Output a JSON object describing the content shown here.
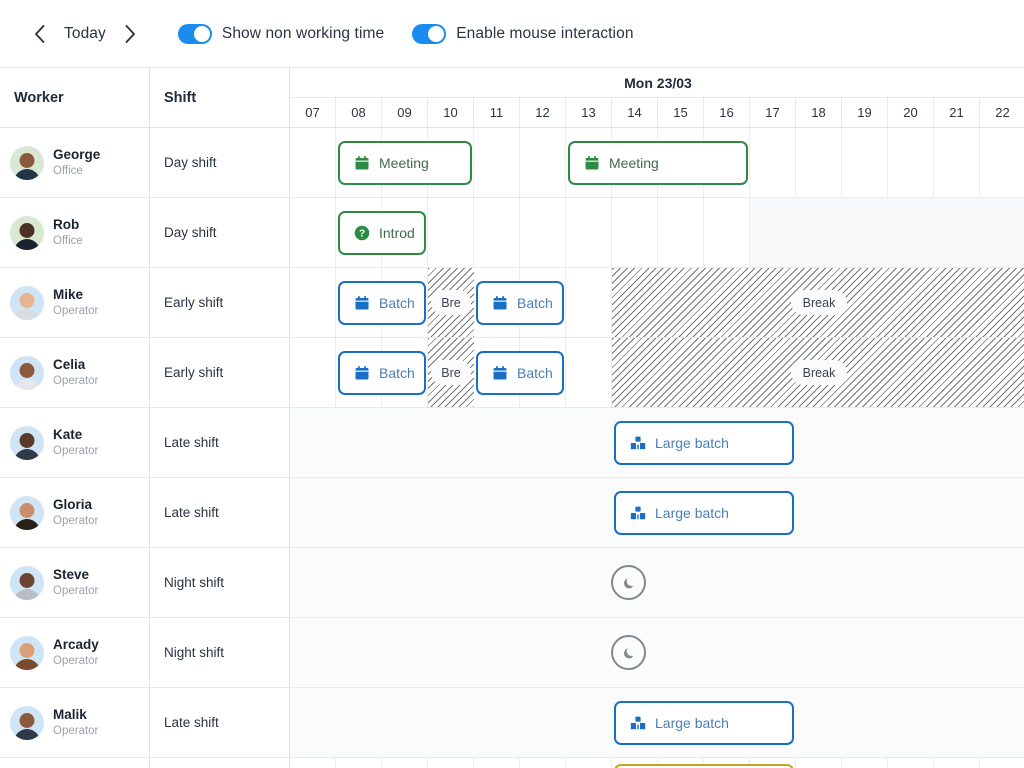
{
  "toolbar": {
    "prev_icon": "chevron-left-icon",
    "next_icon": "chevron-right-icon",
    "today_label": "Today",
    "toggles": [
      {
        "label": "Show non working time",
        "on": true
      },
      {
        "label": "Enable mouse interaction",
        "on": true
      }
    ],
    "accent_color": "#1a8cf0"
  },
  "grid": {
    "worker_header": "Worker",
    "shift_header": "Shift",
    "date_label": "Mon 23/03",
    "hours": [
      "07",
      "08",
      "09",
      "10",
      "11",
      "12",
      "13",
      "14",
      "15",
      "16",
      "17",
      "18",
      "19",
      "20",
      "21",
      "22"
    ]
  },
  "colors": {
    "green": "#2e8b44",
    "blue": "#1a6fc4",
    "break_pill": "#3b444f",
    "moon": "#808890",
    "partial": "#c9a227"
  },
  "rows": [
    {
      "name": "George",
      "role": "Office",
      "shift": "Day shift",
      "avatar_bg": "#d8e8d2",
      "skin": "#8a5a3b",
      "clothes": "#243447"
    },
    {
      "name": "Rob",
      "role": "Office",
      "shift": "Day shift",
      "avatar_bg": "#d8e8d2",
      "skin": "#4a3025",
      "clothes": "#1b2330"
    },
    {
      "name": "Mike",
      "role": "Operator",
      "shift": "Early shift",
      "avatar_bg": "#cfe4f5",
      "skin": "#e8b58e",
      "clothes": "#d8dde2"
    },
    {
      "name": "Celia",
      "role": "Operator",
      "shift": "Early shift",
      "avatar_bg": "#cfe4f5",
      "skin": "#8a5a3b",
      "clothes": "#e4e8ec"
    },
    {
      "name": "Kate",
      "role": "Operator",
      "shift": "Late shift",
      "avatar_bg": "#cfe4f5",
      "skin": "#5a3a28",
      "clothes": "#2f3b4a"
    },
    {
      "name": "Gloria",
      "role": "Operator",
      "shift": "Late shift",
      "avatar_bg": "#cfe4f5",
      "skin": "#c98f6a",
      "clothes": "#2a2118"
    },
    {
      "name": "Steve",
      "role": "Operator",
      "shift": "Night shift",
      "avatar_bg": "#cfe4f5",
      "skin": "#6b4530",
      "clothes": "#b9bec4"
    },
    {
      "name": "Arcady",
      "role": "Operator",
      "shift": "Night shift",
      "avatar_bg": "#cfe4f5",
      "skin": "#d9a078",
      "clothes": "#7a4a2e"
    },
    {
      "name": "Malik",
      "role": "Operator",
      "shift": "Late shift",
      "avatar_bg": "#cfe4f5",
      "skin": "#8a5a3b",
      "clothes": "#2f3b4a"
    }
  ],
  "tasks": [
    {
      "row": 0,
      "label": "Meeting",
      "icon": "calendar-icon",
      "style": "green",
      "start_hour": "08",
      "end_hour": "11"
    },
    {
      "row": 0,
      "label": "Meeting",
      "icon": "calendar-icon",
      "style": "green",
      "start_hour": "13",
      "end_hour": "17"
    },
    {
      "row": 1,
      "label": "Introd",
      "icon": "question-icon",
      "style": "green",
      "start_hour": "08",
      "end_hour": "10"
    },
    {
      "row": 2,
      "label": "Batch",
      "icon": "calendar-icon",
      "style": "blue",
      "start_hour": "08",
      "end_hour": "10"
    },
    {
      "row": 2,
      "label": "Batch",
      "icon": "calendar-icon",
      "style": "blue",
      "start_hour": "11",
      "end_hour": "13"
    },
    {
      "row": 3,
      "label": "Batch",
      "icon": "calendar-icon",
      "style": "blue",
      "start_hour": "08",
      "end_hour": "10"
    },
    {
      "row": 3,
      "label": "Batch",
      "icon": "calendar-icon",
      "style": "blue",
      "start_hour": "11",
      "end_hour": "13"
    },
    {
      "row": 4,
      "label": "Large batch",
      "icon": "boxes-icon",
      "style": "blue",
      "start_hour": "14",
      "end_hour": "18"
    },
    {
      "row": 5,
      "label": "Large batch",
      "icon": "boxes-icon",
      "style": "blue",
      "start_hour": "14",
      "end_hour": "18"
    },
    {
      "row": 8,
      "label": "Large batch",
      "icon": "boxes-icon",
      "style": "blue",
      "start_hour": "14",
      "end_hour": "18"
    }
  ],
  "breaks": [
    {
      "row": 2,
      "label": "Bre",
      "start_hour": "10",
      "end_hour": "11"
    },
    {
      "row": 2,
      "label": "Break",
      "start_hour": "14",
      "end_hour": "22"
    },
    {
      "row": 3,
      "label": "Bre",
      "start_hour": "10",
      "end_hour": "11"
    },
    {
      "row": 3,
      "label": "Break",
      "start_hour": "14",
      "end_hour": "22"
    }
  ],
  "moons": [
    {
      "row": 6,
      "hour": "14",
      "icon": "moon-icon"
    },
    {
      "row": 7,
      "hour": "14",
      "icon": "moon-icon"
    }
  ]
}
